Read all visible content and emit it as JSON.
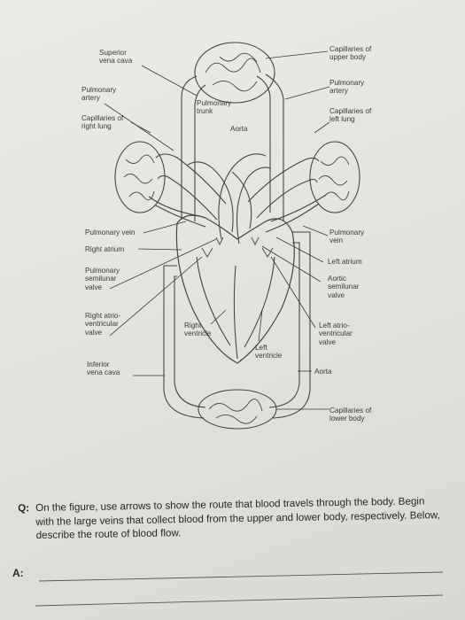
{
  "labels": {
    "superior_vena_cava": "Superior\nvena cava",
    "pulmonary_artery_left": "Pulmonary\nartery",
    "capillaries_right_lung": "Capillaries of\nright lung",
    "pulmonary_trunk": "Pulmonary\ntrunk",
    "aorta_top": "Aorta",
    "capillaries_upper_body": "Capillaries of\nupper body",
    "pulmonary_artery_right": "Pulmonary\nartery",
    "capillaries_left_lung": "Capillaries of\nleft lung",
    "pulmonary_vein_left": "Pulmonary vein",
    "right_atrium": "Right atrium",
    "pulmonary_semilunar_valve": "Pulmonary\nsemilunar\nvalve",
    "right_av_valve": "Right atrio-\nventricular\nvalve",
    "inferior_vena_cava": "Inferior\nvena cava",
    "right_ventricle": "Right\nventricle",
    "left_ventricle": "Left\nventricle",
    "pulmonary_vein_right": "Pulmonary\nvein",
    "left_atrium": "Left atrium",
    "aortic_semilunar_valve": "Aortic\nsemilunar\nvalve",
    "left_av_valve": "Left atrio-\nventricular\nvalve",
    "aorta_bottom": "Aorta",
    "capillaries_lower_body": "Capillaries of\nlower body"
  },
  "question": {
    "marker": "Q:",
    "text": "On the figure, use arrows to show the route that blood travels through the body. Begin with the large veins that collect blood from the upper and lower body, respectively. Below, describe the route of blood flow."
  },
  "answer": {
    "marker": "A:"
  }
}
